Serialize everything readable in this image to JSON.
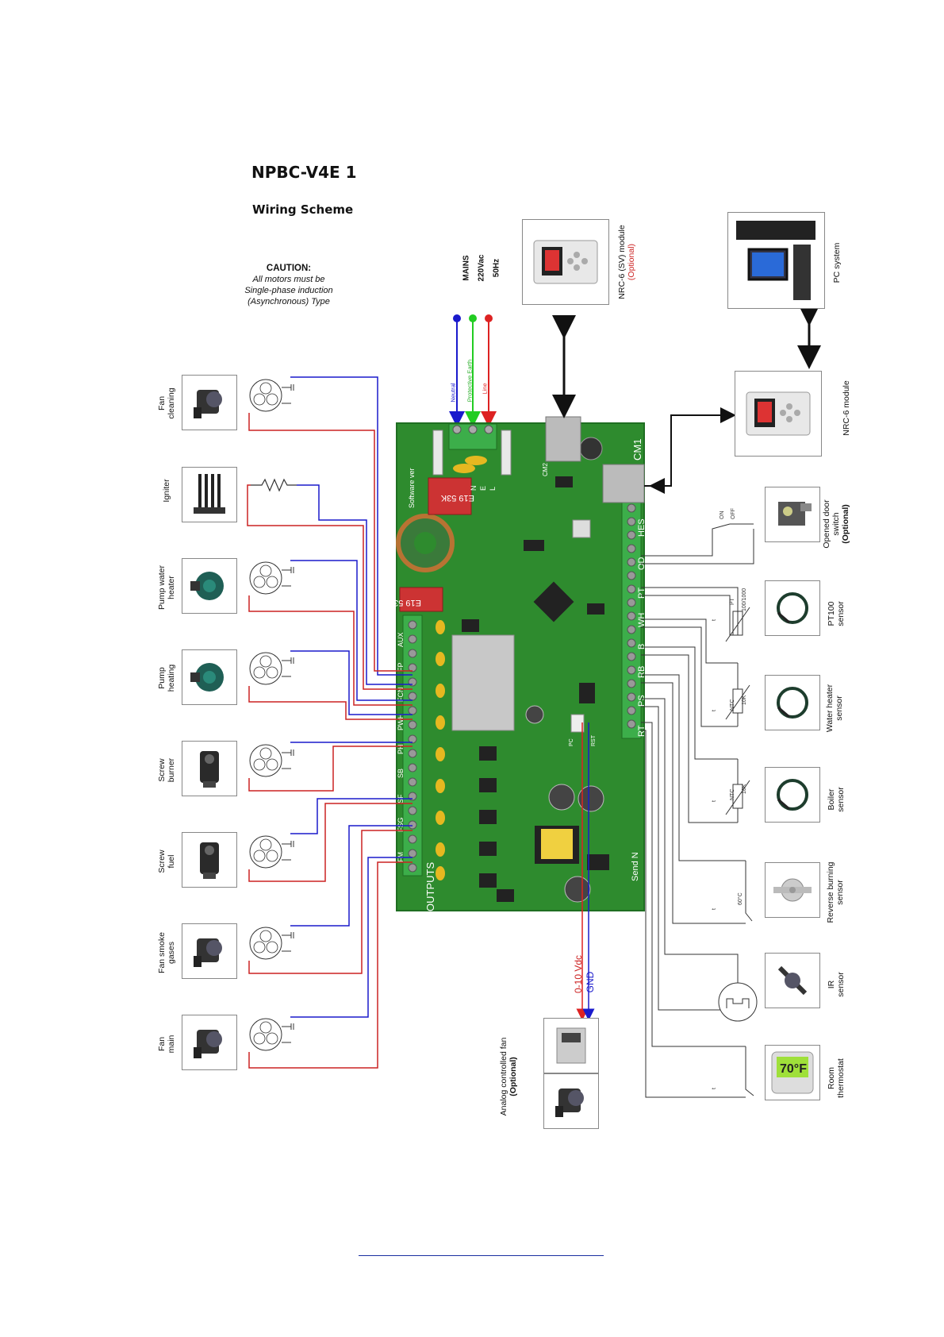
{
  "header": {
    "title": "NPBC-V4E 1",
    "subtitle": "Wiring Scheme"
  },
  "caution": {
    "heading": "CAUTION:",
    "lines": [
      "All motors must be",
      "Single-phase induction",
      "(Asynchronous) Type"
    ]
  },
  "mains": {
    "labels": [
      "MAINS",
      "220Vac",
      "50Hz"
    ],
    "wires": [
      {
        "label": "Neutral",
        "color": "#1a1acc"
      },
      {
        "label": "Protective Earth",
        "color": "#22cc22"
      },
      {
        "label": "Line",
        "color": "#dd2222"
      }
    ]
  },
  "left_devices": [
    {
      "label_lines": [
        "Fan",
        "cleaning"
      ],
      "symbol": "motor",
      "icon": "fan-icon"
    },
    {
      "label_lines": [
        "Igniter"
      ],
      "symbol": "resistor",
      "icon": "igniter-icon"
    },
    {
      "label_lines": [
        "Pump water",
        "heater"
      ],
      "symbol": "motor",
      "icon": "pump-icon"
    },
    {
      "label_lines": [
        "Pump",
        "heating"
      ],
      "symbol": "motor",
      "icon": "pump-icon"
    },
    {
      "label_lines": [
        "Screw",
        "burner"
      ],
      "symbol": "motor",
      "icon": "screw-motor-icon"
    },
    {
      "label_lines": [
        "Screw",
        "fuel"
      ],
      "symbol": "motor",
      "icon": "screw-motor-icon"
    },
    {
      "label_lines": [
        "Fan smoke",
        "gases"
      ],
      "symbol": "motor",
      "icon": "fan-icon"
    },
    {
      "label_lines": [
        "Fan",
        "main"
      ],
      "symbol": "motor",
      "icon": "fan-icon"
    }
  ],
  "right_devices": [
    {
      "label_lines": [
        "Opened door",
        "switch"
      ],
      "optional": "(Optional)",
      "symbol_text": [
        "ON",
        "OFF"
      ],
      "icon": "door-switch-icon"
    },
    {
      "label_lines": [
        "PT100",
        "sensor"
      ],
      "symbol_text": [
        "PT",
        "100/1000"
      ],
      "icon": "sensor-probe-icon"
    },
    {
      "label_lines": [
        "Water heater",
        "sensor"
      ],
      "symbol_text": [
        "NTC",
        "10K"
      ],
      "icon": "sensor-probe-icon"
    },
    {
      "label_lines": [
        "Boiler",
        "sensor"
      ],
      "symbol_text": [
        "NTC",
        "10K"
      ],
      "icon": "sensor-probe-icon"
    },
    {
      "label_lines": [
        "Reverse burning",
        "sensor"
      ],
      "symbol_text": [
        "60°C"
      ],
      "icon": "thermostat-disc-icon"
    },
    {
      "label_lines": [
        "IR",
        "sensor"
      ],
      "symbol_text": [],
      "icon": "ir-sensor-icon"
    },
    {
      "label_lines": [
        "Room",
        "thermostat"
      ],
      "symbol_text": [],
      "icon": "room-thermostat-icon"
    }
  ],
  "modules": {
    "nrc_sv": {
      "label": "NRC-6 (SV) module",
      "optional": "(Optional)"
    },
    "pc": {
      "label": "PC system"
    },
    "nrc6": {
      "label": "NRC-6 module"
    }
  },
  "board": {
    "output_terminals": [
      "AUX",
      "FP",
      "FCN",
      "PWH",
      "PH",
      "SB",
      "SF",
      "FSG",
      "FM"
    ],
    "input_terminals": [
      "HES",
      "OD",
      "PT",
      "WH",
      "B",
      "RB",
      "PS",
      "RT"
    ],
    "markings": [
      "Software ver",
      "E19 53K",
      "E19 53K",
      "CM1",
      "CM2",
      "OUTPUTS",
      "Send N",
      "N",
      "E",
      "L",
      "RST",
      "PC"
    ],
    "colors": {
      "pcb": "#2e8b2e",
      "pcb_dark": "#1f6e22",
      "terminal": "#3cae4a"
    }
  },
  "analog_fan": {
    "labels": [
      "0-10 Vdc",
      "GND"
    ],
    "label_lines": [
      "Analog controlled fan"
    ],
    "optional": "(Optional)"
  }
}
